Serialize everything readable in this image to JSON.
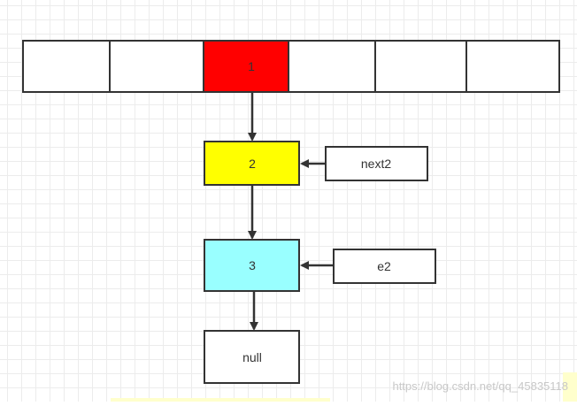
{
  "diagram": {
    "array": {
      "cells": [
        {
          "label": "",
          "fill": "#ffffff"
        },
        {
          "label": "",
          "fill": "#ffffff"
        },
        {
          "label": "1",
          "fill": "#ff0000"
        },
        {
          "label": "",
          "fill": "#ffffff"
        },
        {
          "label": "",
          "fill": "#ffffff"
        },
        {
          "label": "",
          "fill": "#ffffff"
        }
      ]
    },
    "nodes": {
      "node2": {
        "label": "2",
        "fill": "#ffff00"
      },
      "node3": {
        "label": "3",
        "fill": "#99ffff"
      },
      "null": {
        "label": "null",
        "fill": "#ffffff"
      }
    },
    "pointers": {
      "next2": {
        "label": "next2"
      },
      "e2": {
        "label": "e2"
      }
    },
    "colors": {
      "stroke": "#333333",
      "grid": "#ececec"
    }
  },
  "watermark": {
    "text": "https://blog.csdn.net/qq_45835118"
  }
}
